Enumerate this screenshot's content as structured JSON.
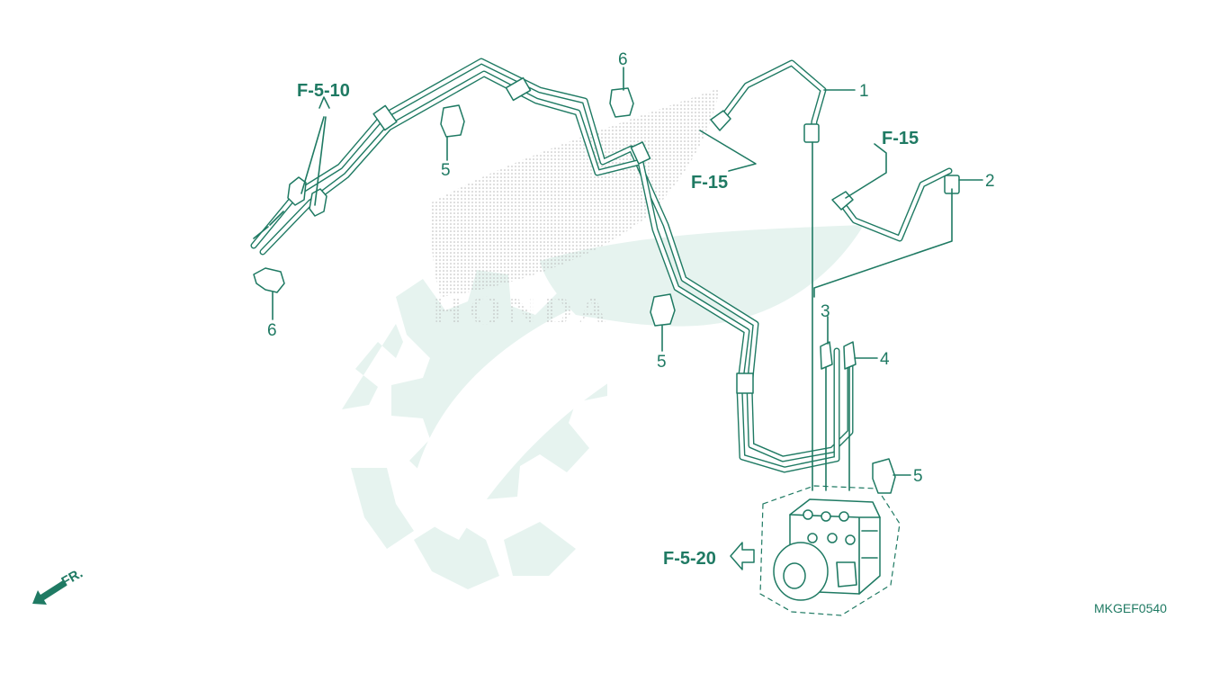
{
  "diagram": {
    "code": "MKGEF0540",
    "direction_label": "FR.",
    "watermark_text": "HONDA",
    "references": {
      "top_left": "F-5-10",
      "center": "F-15",
      "right": "F-15",
      "modulator": "F-5-20"
    },
    "callouts": {
      "part_1": "1",
      "part_2": "2",
      "part_3": "3",
      "part_4": "4",
      "part_5_a": "5",
      "part_5_b": "5",
      "part_5_c": "5",
      "part_6_a": "6",
      "part_6_b": "6"
    },
    "colors": {
      "line": "#1f7a63",
      "watermark": "#e6f3ef"
    }
  }
}
